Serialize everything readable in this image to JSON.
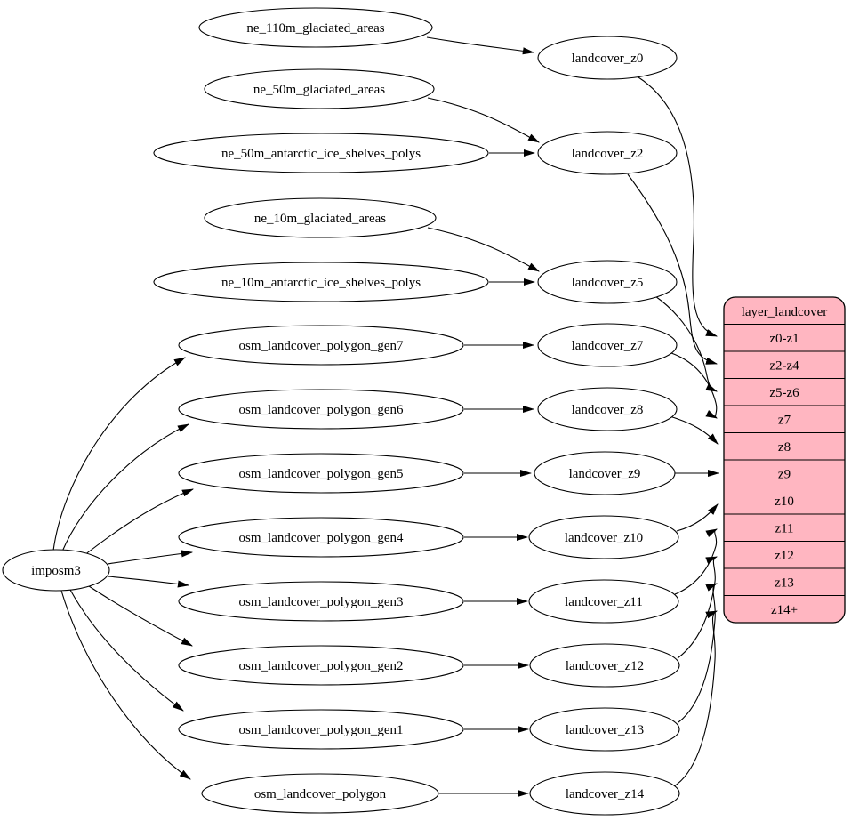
{
  "diagram_type": "graphviz-dependency-graph",
  "colors": {
    "background": "#ffffff",
    "node_fill": "#ffffff",
    "node_stroke": "#000000",
    "edge": "#000000",
    "record_fill": "#ffb6c1",
    "text": "#000000"
  },
  "nodes": {
    "imposm3": "imposm3",
    "ne_110m_glaciated_areas": "ne_110m_glaciated_areas",
    "ne_50m_glaciated_areas": "ne_50m_glaciated_areas",
    "ne_50m_antarctic_ice_shelves_polys": "ne_50m_antarctic_ice_shelves_polys",
    "ne_10m_glaciated_areas": "ne_10m_glaciated_areas",
    "ne_10m_antarctic_ice_shelves_polys": "ne_10m_antarctic_ice_shelves_polys",
    "osm_landcover_polygon_gen7": "osm_landcover_polygon_gen7",
    "osm_landcover_polygon_gen6": "osm_landcover_polygon_gen6",
    "osm_landcover_polygon_gen5": "osm_landcover_polygon_gen5",
    "osm_landcover_polygon_gen4": "osm_landcover_polygon_gen4",
    "osm_landcover_polygon_gen3": "osm_landcover_polygon_gen3",
    "osm_landcover_polygon_gen2": "osm_landcover_polygon_gen2",
    "osm_landcover_polygon_gen1": "osm_landcover_polygon_gen1",
    "osm_landcover_polygon": "osm_landcover_polygon",
    "landcover_z0": "landcover_z0",
    "landcover_z2": "landcover_z2",
    "landcover_z5": "landcover_z5",
    "landcover_z7": "landcover_z7",
    "landcover_z8": "landcover_z8",
    "landcover_z9": "landcover_z9",
    "landcover_z10": "landcover_z10",
    "landcover_z11": "landcover_z11",
    "landcover_z12": "landcover_z12",
    "landcover_z13": "landcover_z13",
    "landcover_z14": "landcover_z14"
  },
  "record": {
    "title": "layer_landcover",
    "rows": [
      "z0-z1",
      "z2-z4",
      "z5-z6",
      "z7",
      "z8",
      "z9",
      "z10",
      "z11",
      "z12",
      "z13",
      "z14+"
    ]
  },
  "edges": {
    "import_to_table": [
      [
        "imposm3",
        "osm_landcover_polygon_gen7"
      ],
      [
        "imposm3",
        "osm_landcover_polygon_gen6"
      ],
      [
        "imposm3",
        "osm_landcover_polygon_gen5"
      ],
      [
        "imposm3",
        "osm_landcover_polygon_gen4"
      ],
      [
        "imposm3",
        "osm_landcover_polygon_gen3"
      ],
      [
        "imposm3",
        "osm_landcover_polygon_gen2"
      ],
      [
        "imposm3",
        "osm_landcover_polygon_gen1"
      ],
      [
        "imposm3",
        "osm_landcover_polygon"
      ]
    ],
    "source_to_stage": [
      [
        "ne_110m_glaciated_areas",
        "landcover_z0"
      ],
      [
        "ne_50m_glaciated_areas",
        "landcover_z2"
      ],
      [
        "ne_50m_antarctic_ice_shelves_polys",
        "landcover_z2"
      ],
      [
        "ne_10m_glaciated_areas",
        "landcover_z5"
      ],
      [
        "ne_10m_antarctic_ice_shelves_polys",
        "landcover_z5"
      ],
      [
        "osm_landcover_polygon_gen7",
        "landcover_z7"
      ],
      [
        "osm_landcover_polygon_gen6",
        "landcover_z8"
      ],
      [
        "osm_landcover_polygon_gen5",
        "landcover_z9"
      ],
      [
        "osm_landcover_polygon_gen4",
        "landcover_z10"
      ],
      [
        "osm_landcover_polygon_gen3",
        "landcover_z11"
      ],
      [
        "osm_landcover_polygon_gen2",
        "landcover_z12"
      ],
      [
        "osm_landcover_polygon_gen1",
        "landcover_z13"
      ],
      [
        "osm_landcover_polygon",
        "landcover_z14"
      ]
    ],
    "stage_to_layer_row": [
      [
        "landcover_z0",
        "z0-z1"
      ],
      [
        "landcover_z2",
        "z2-z4"
      ],
      [
        "landcover_z5",
        "z5-z6"
      ],
      [
        "landcover_z7",
        "z7"
      ],
      [
        "landcover_z8",
        "z8"
      ],
      [
        "landcover_z9",
        "z9"
      ],
      [
        "landcover_z10",
        "z10"
      ],
      [
        "landcover_z11",
        "z11"
      ],
      [
        "landcover_z12",
        "z12"
      ],
      [
        "landcover_z13",
        "z13"
      ],
      [
        "landcover_z14",
        "z14+"
      ]
    ]
  }
}
